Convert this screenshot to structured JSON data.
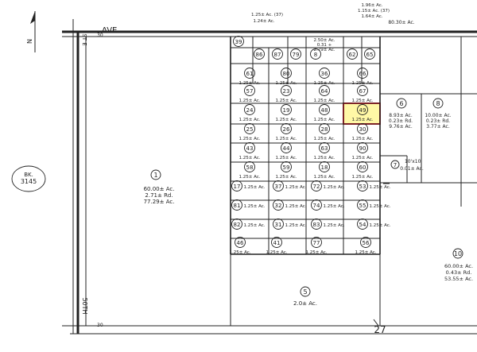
{
  "street_top": "AVE.",
  "street_left_top": "ST E",
  "street_left_bottom": "50TH",
  "dim_30": "30",
  "section_27": "27",
  "book": {
    "line1": "BK.",
    "line2": "3145"
  },
  "north_letter": "N",
  "highlight_color": "#fff8a6",
  "highlight_stroke": "#d8242a",
  "parcels": {
    "p1": {
      "num": "1",
      "a": "60.00± Ac.",
      "b": "2.71± Rd.",
      "c": "77.29± Ac."
    },
    "p5": {
      "num": "5",
      "a": "2.0± Ac."
    },
    "p6": {
      "num": "6",
      "a": "8.93± Ac.",
      "b": "0.23± Rd.",
      "c": "9.76± Ac."
    },
    "p8": {
      "num": "8",
      "a": "10.00± Ac.",
      "b": "0.23± Rd.",
      "c": "3.77± Ac."
    },
    "p7": {
      "num": "7",
      "a": "10'x10'",
      "b": "0.01± Ac."
    },
    "p10": {
      "num": "10",
      "a": "60.00± Ac.",
      "b": "0.43± Rd.",
      "c": "53.55± Ac."
    }
  },
  "top_notes": {
    "left": {
      "a": "1.25± Ac. (37)",
      "b": "1.24± Ac."
    },
    "right": {
      "a": "1.96± Ac.",
      "b": "1.15± Ac. (37)",
      "c": "1.64± Ac.",
      "d": "80.30± Ac."
    },
    "mid": {
      "a": "2.50± Ac.",
      "b": "0.31 +",
      "c": "2.79± Ac."
    }
  },
  "lots": [
    {
      "id": "39",
      "area": ""
    },
    {
      "id": "86",
      "area": ""
    },
    {
      "id": "87",
      "area": ""
    },
    {
      "id": "79",
      "area": ""
    },
    {
      "id": "8",
      "area": ""
    },
    {
      "id": "62",
      "area": ""
    },
    {
      "id": "65",
      "area": ""
    },
    {
      "id": "61",
      "area": "1.25± Ac."
    },
    {
      "id": "80",
      "area": "1.25± Ac."
    },
    {
      "id": "36",
      "area": "1.25± Ac."
    },
    {
      "id": "66",
      "area": "1.25± Ac."
    },
    {
      "id": "57",
      "area": "1.25± Ac."
    },
    {
      "id": "23",
      "area": "1.25± Ac."
    },
    {
      "id": "64",
      "area": "1.25± Ac."
    },
    {
      "id": "67",
      "area": "1.25± Ac."
    },
    {
      "id": "24",
      "area": "1.25± Ac."
    },
    {
      "id": "19",
      "area": "1.25± Ac."
    },
    {
      "id": "48",
      "area": "1.25± Ac."
    },
    {
      "id": "49",
      "area": "1.25± Ac."
    },
    {
      "id": "25",
      "area": "1.25± Ac."
    },
    {
      "id": "26",
      "area": "1.25± Ac."
    },
    {
      "id": "28",
      "area": "1.25± Ac."
    },
    {
      "id": "30",
      "area": "1.25± Ac."
    },
    {
      "id": "43",
      "area": "1.25± Ac."
    },
    {
      "id": "44",
      "area": "1.25± Ac."
    },
    {
      "id": "63",
      "area": "1.25± Ac."
    },
    {
      "id": "90",
      "area": "1.25± Ac."
    },
    {
      "id": "58",
      "area": "1.25± Ac."
    },
    {
      "id": "59",
      "area": "1.25± Ac."
    },
    {
      "id": "18",
      "area": "1.25± Ac."
    },
    {
      "id": "60",
      "area": "1.25± Ac."
    },
    {
      "id": "17",
      "area": "1.25± Ac."
    },
    {
      "id": "37",
      "area": "1.25± Ac."
    },
    {
      "id": "72",
      "area": "1.25± Ac."
    },
    {
      "id": "53",
      "area": "1.25± Ac."
    },
    {
      "id": "81",
      "area": "1.25± Ac."
    },
    {
      "id": "32",
      "area": "1.25± Ac."
    },
    {
      "id": "74",
      "area": "1.25± Ac."
    },
    {
      "id": "55",
      "area": "1.25± Ac."
    },
    {
      "id": "82",
      "area": "1.25± Ac."
    },
    {
      "id": "31",
      "area": "1.25± Ac."
    },
    {
      "id": "83",
      "area": "1.25± Ac."
    },
    {
      "id": "54",
      "area": "1.25± Ac."
    },
    {
      "id": "46",
      "area": "1.25± Ac."
    },
    {
      "id": "41",
      "area": "1.25± Ac."
    },
    {
      "id": "77",
      "area": "1.25± Ac."
    },
    {
      "id": "56",
      "area": "1.25± Ac."
    }
  ]
}
